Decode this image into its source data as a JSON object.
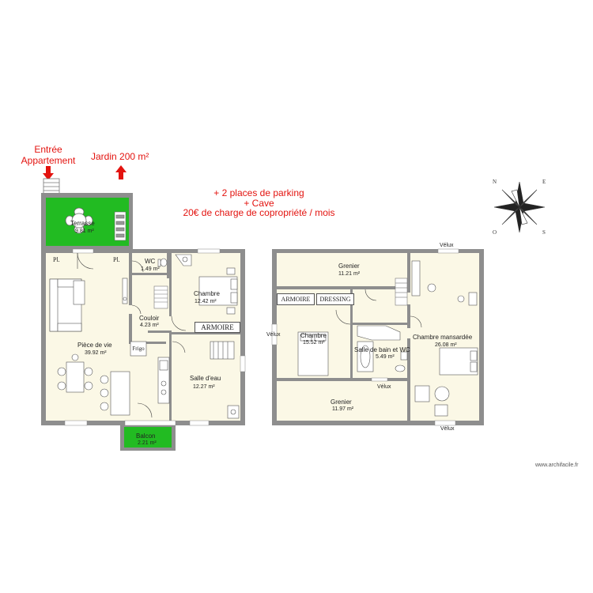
{
  "annotations": {
    "entrance": "Entrée\nAppartement",
    "garden": "Jardin 200 m²",
    "extras": [
      "+ 2 places de parking",
      "+ Cave",
      "20€ de charge de copropriété / mois"
    ]
  },
  "ground_floor": {
    "rooms": [
      {
        "name": "Terrasse",
        "area": "9.81 m²"
      },
      {
        "name": "WC",
        "area": "1.49 m²"
      },
      {
        "name": "Chambre",
        "area": "12.42 m²"
      },
      {
        "name": "Couloir",
        "area": "4.23 m²"
      },
      {
        "name": "Pièce de vie",
        "area": "39.92 m²"
      },
      {
        "name": "Salle d'eau",
        "area": "12.27 m²"
      },
      {
        "name": "Balcon",
        "area": "2.21 m²"
      }
    ],
    "furniture": {
      "pl_left": "Pl.",
      "pl_right": "Pl.",
      "armoire": "ARMOIRE",
      "frigo": "Frigo"
    }
  },
  "upper_floor": {
    "rooms": [
      {
        "name": "Grenier",
        "area": "11.21 m²"
      },
      {
        "name": "Chambre",
        "area": "15.52 m²"
      },
      {
        "name": "Salle de bain et WC",
        "area": "5.49 m²"
      },
      {
        "name": "Chambre mansardée",
        "area": "26.08 m²"
      },
      {
        "name": "Grenier",
        "area": "11.97 m²"
      }
    ],
    "furniture": {
      "armoire": "ARMOIRE",
      "dressing": "DRESSING"
    },
    "velux_labels": [
      "Vélux",
      "Vélux",
      "Vélux",
      "Vélux"
    ]
  },
  "watermark": "www.archifacile.fr",
  "colors": {
    "wall": "#8e8e8e",
    "floor": "#fbf8e6",
    "green": "#22bb22",
    "red": "#e3130f"
  }
}
